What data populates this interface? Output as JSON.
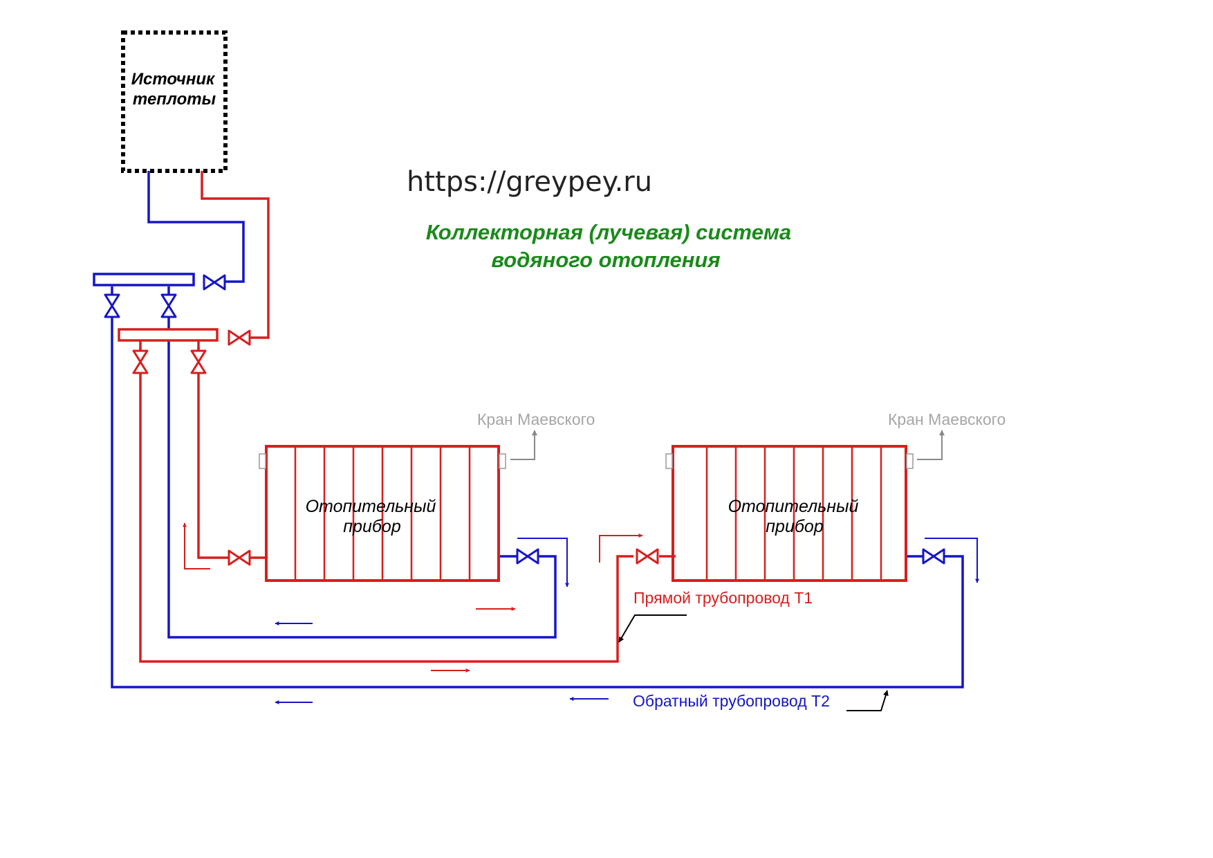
{
  "url_text": "https://greypey.ru",
  "title": {
    "line1": "Коллекторная (лучевая) система",
    "line2": "водяного отопления"
  },
  "heat_source": {
    "line1": "Источник",
    "line2": "теплоты"
  },
  "radiator_1": {
    "label_line1": "Отопительный",
    "label_line2": "прибор",
    "vent_label": "Кран Маевского"
  },
  "radiator_2": {
    "label_line1": "Отопительный",
    "label_line2": "прибор",
    "vent_label": "Кран Маевского"
  },
  "supply_pipe_label": "Прямой трубопровод Т1",
  "return_pipe_label": "Обратный трубопровод Т2",
  "colors": {
    "supply": "#d81e1e",
    "return": "#1515c6",
    "title": "#1b8a1b",
    "annotation": "#a6a6a6"
  }
}
